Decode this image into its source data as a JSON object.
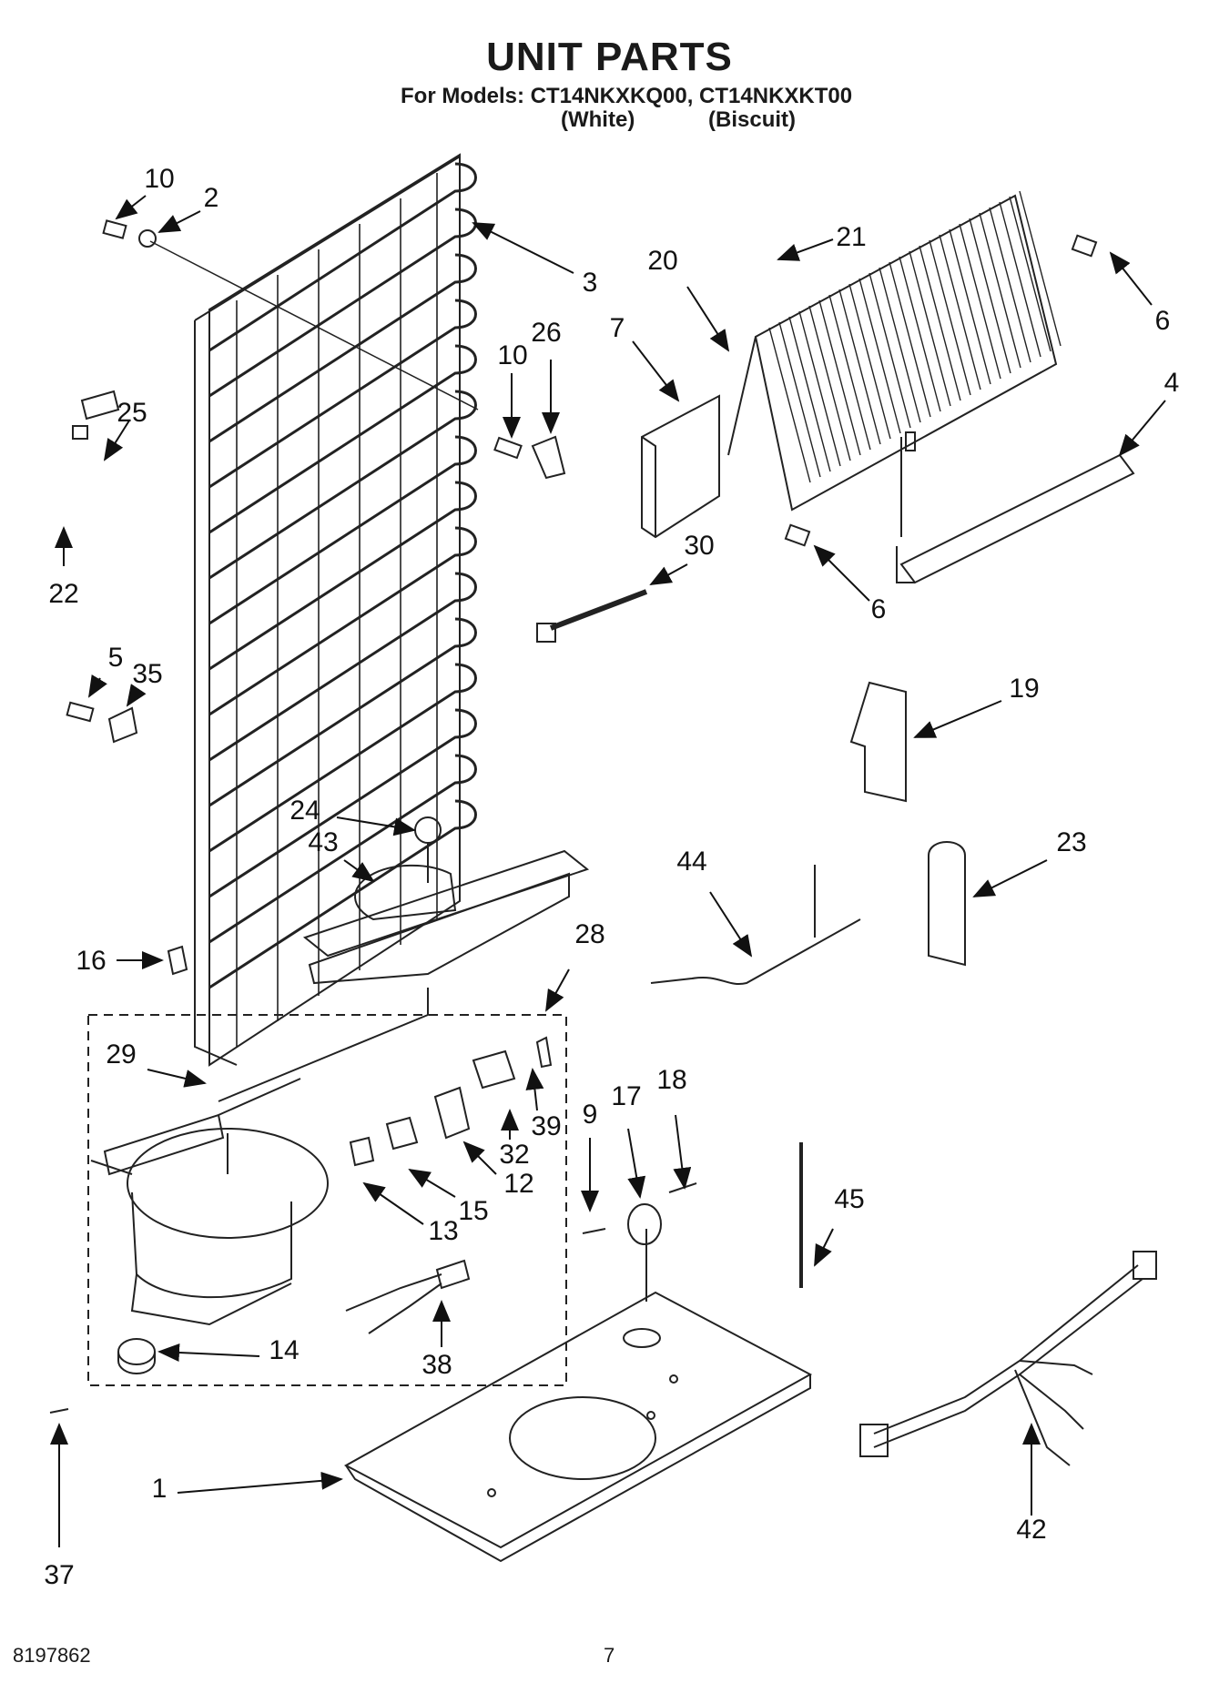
{
  "header": {
    "title": "UNIT PARTS",
    "models_line": "For Models: CT14NKXKQ00, CT14NKXKT00",
    "color_white": "(White)",
    "color_biscuit": "(Biscuit)"
  },
  "footer": {
    "doc_number": "8197862",
    "page_number": "7"
  },
  "callouts": [
    "10",
    "2",
    "3",
    "21",
    "20",
    "6",
    "7",
    "26",
    "10",
    "25",
    "4",
    "22",
    "30",
    "6",
    "5",
    "35",
    "19",
    "24",
    "43",
    "44",
    "23",
    "16",
    "28",
    "29",
    "39",
    "32",
    "12",
    "15",
    "13",
    "9",
    "17",
    "18",
    "45",
    "14",
    "38",
    "37",
    "1",
    "42"
  ]
}
